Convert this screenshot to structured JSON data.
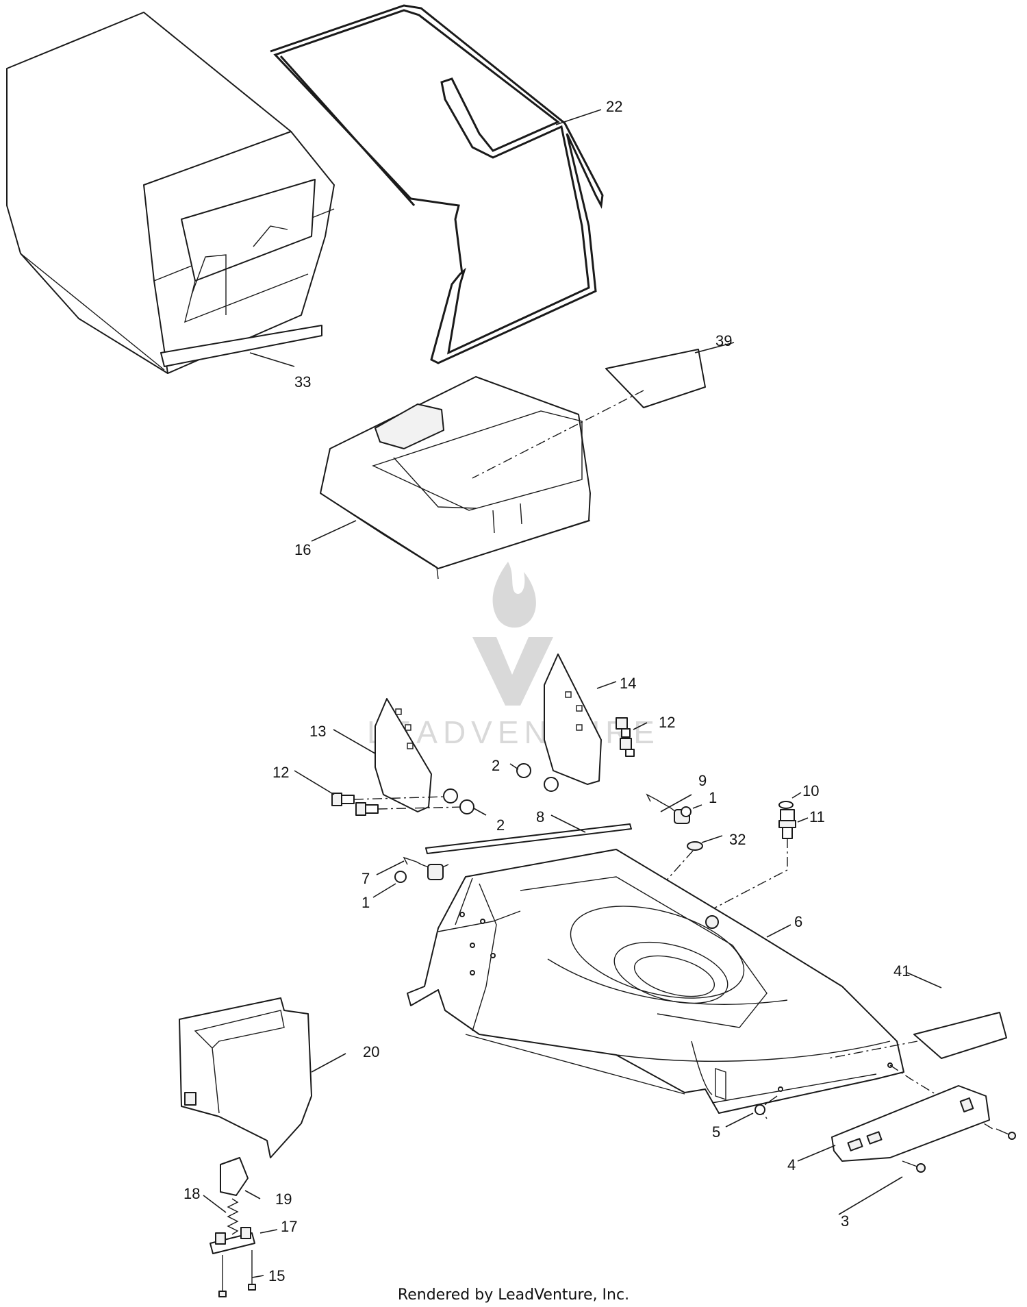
{
  "footer": "Rendered by LeadVenture, Inc.",
  "watermark": "LEADVENTURE",
  "callouts": {
    "c33": "33",
    "c22": "22",
    "c39": "39",
    "c16": "16",
    "c14": "14",
    "c13": "13",
    "c12a": "12",
    "c12b": "12",
    "c2a": "2",
    "c2b": "2",
    "c9": "9",
    "c1a": "1",
    "c1b": "1",
    "c10": "10",
    "c11": "11",
    "c8": "8",
    "c32": "32",
    "c7": "7",
    "c6": "6",
    "c41": "41",
    "c20": "20",
    "c5": "5",
    "c4": "4",
    "c3": "3",
    "c18": "18",
    "c19": "19",
    "c17": "17",
    "c15": "15"
  }
}
